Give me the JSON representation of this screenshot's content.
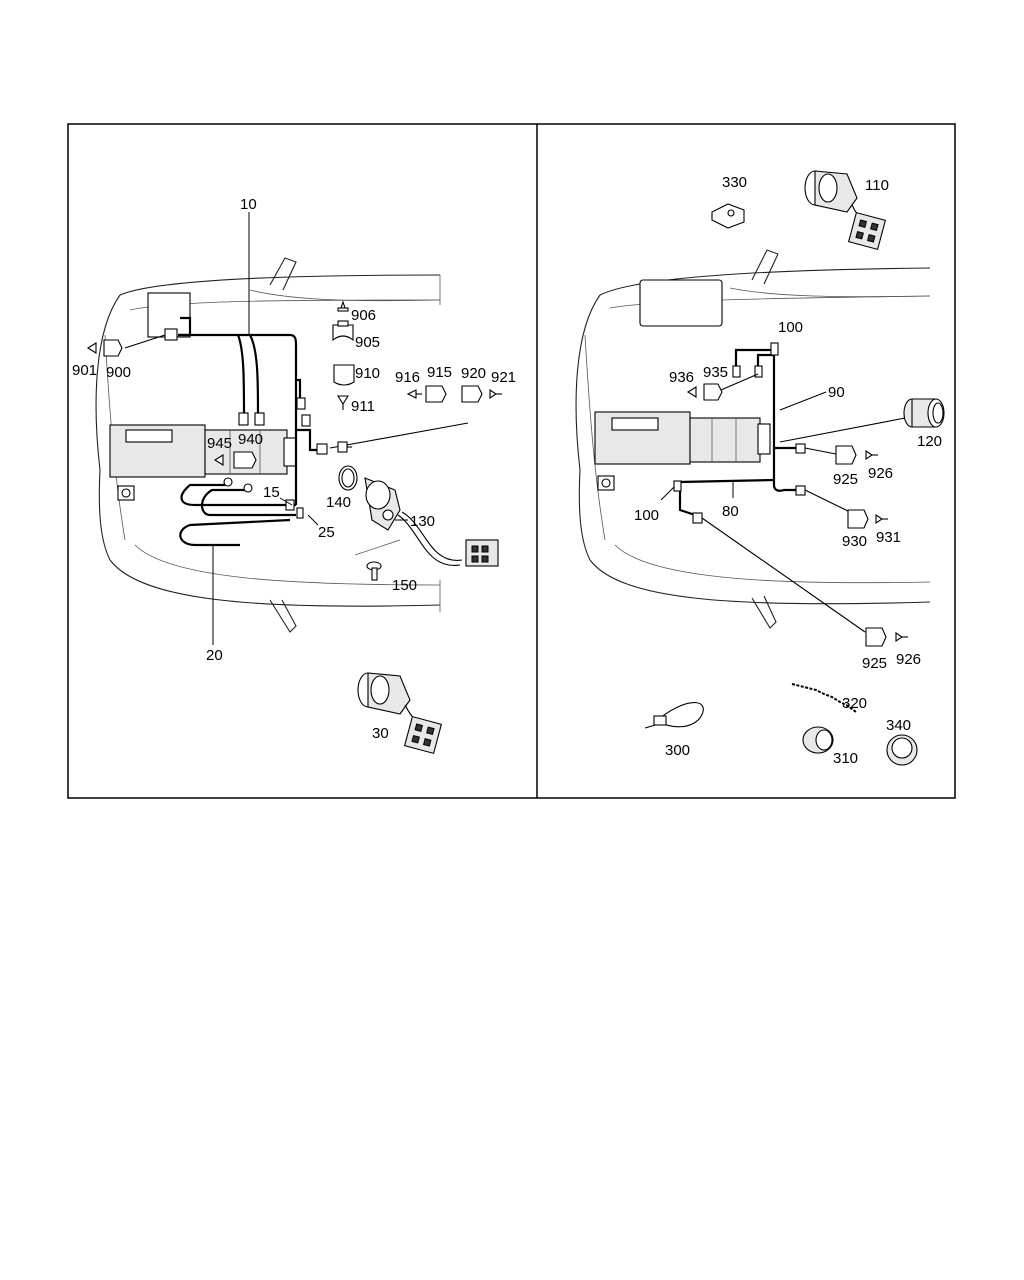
{
  "callouts": {
    "left": {
      "c10": "10",
      "c906": "906",
      "c905": "905",
      "c910": "910",
      "c911": "911",
      "c916": "916",
      "c915": "915",
      "c920": "920",
      "c921": "921",
      "c901": "901",
      "c900": "900",
      "c945": "945",
      "c940": "940",
      "c15": "15",
      "c25": "25",
      "c140": "140",
      "c130": "130",
      "c150": "150",
      "c20": "20",
      "c30": "30"
    },
    "right": {
      "c330": "330",
      "c110": "110",
      "c100a": "100",
      "c936": "936",
      "c935": "935",
      "c90": "90",
      "c120": "120",
      "c925a": "925",
      "c926a": "926",
      "c100b": "100",
      "c80": "80",
      "c930": "930",
      "c931": "931",
      "c925b": "925",
      "c926b": "926",
      "c320": "320",
      "c340": "340",
      "c300": "300",
      "c310": "310"
    }
  },
  "colors": {
    "line": "#000000",
    "background": "#ffffff",
    "fill": "#e8e8e8"
  }
}
